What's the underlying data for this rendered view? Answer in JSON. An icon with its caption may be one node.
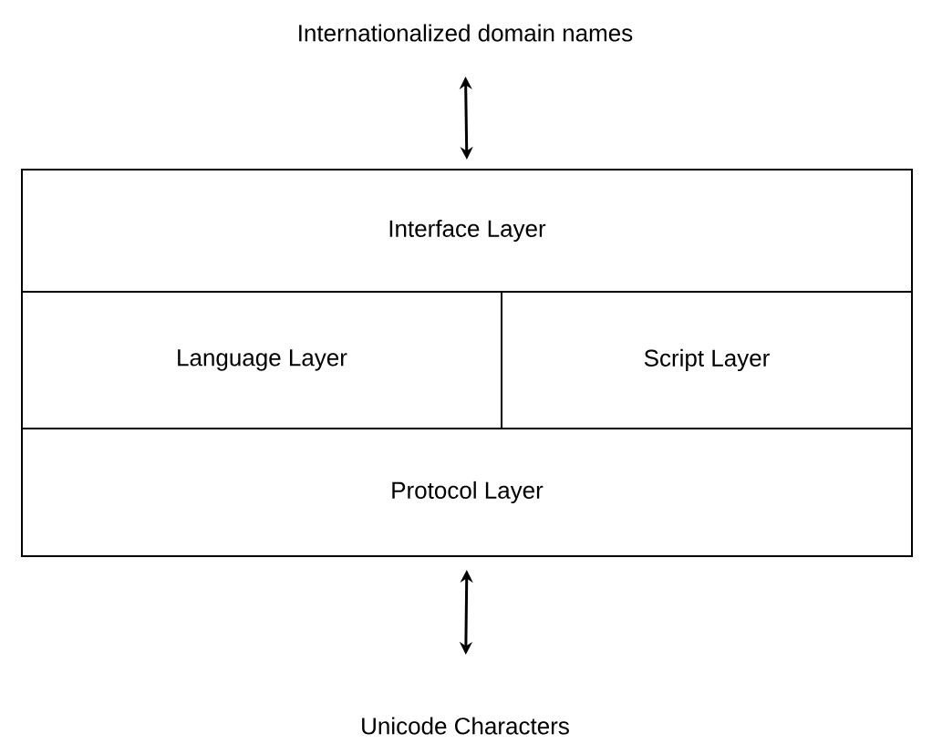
{
  "diagram": {
    "nodes": [
      {
        "text": [
          "Internationalized domain names"
        ]
      },
      {
        "text": [
          "Interface Layer"
        ]
      },
      {
        "text": [
          "Language Layer"
        ]
      },
      {
        "text": [
          "Script Layer"
        ]
      },
      {
        "text": [
          "Protocol Layer"
        ]
      },
      {
        "text": [
          "Unicode Characters"
        ]
      }
    ],
    "edges": [
      {
        "from": 0,
        "to": 1,
        "arrow": "both"
      },
      {
        "from": 4,
        "to": 5,
        "arrow": "both"
      }
    ]
  }
}
